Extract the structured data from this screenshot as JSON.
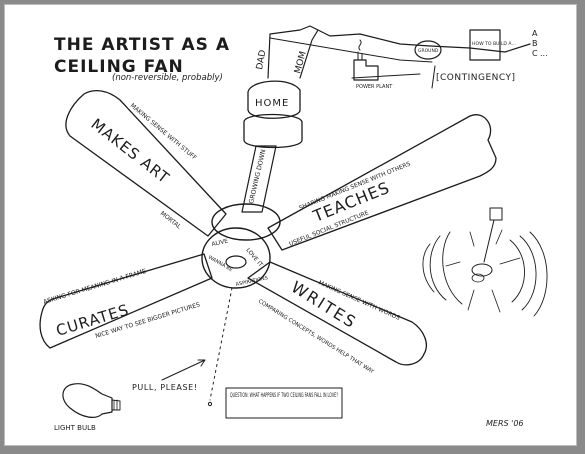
{
  "title": {
    "line1": "THE ARTIST AS A",
    "line2": "CEILING FAN",
    "subtitle": "(non-reversible, probably)"
  },
  "top": {
    "dad": "DAD",
    "mom": "MOM",
    "home": "HOME",
    "ground": "GROUND",
    "power_plant": "POWER PLANT",
    "how_to_build": "HOW TO BUILD A...",
    "abc": [
      "A",
      "B",
      "C",
      "..."
    ],
    "contingency": "[CONTINGENCY]"
  },
  "rod": "GROWING DOWN",
  "hub": {
    "alive": "ALIVE",
    "love_it": "LOVE IT",
    "wanna_be": "WANNA BE",
    "aspirations": "ASPIRATIONS"
  },
  "blades": {
    "makes_art": {
      "label": "MAKES ART",
      "note1": "MAKING SENSE WITH STUFF",
      "note2": "MORTAL"
    },
    "teaches": {
      "label": "TEACHES",
      "note1": "SHARING MAKING SENSE WITH OTHERS",
      "note2": "USEFUL SOCIAL STRUCTURE"
    },
    "curates": {
      "label": "CURATES",
      "note1": "ASKING FOR MEANING IN A FRAME",
      "note2": "NICE WAY TO SEE BIGGER PICTURES"
    },
    "writes": {
      "label": "WRITES",
      "note1": "MAKING SENSE WITH WORDS",
      "note2": "COMPARING CONCEPTS, WORDS HELP THAT WAY"
    }
  },
  "bottom": {
    "pull_please": "PULL, PLEASE!",
    "light_bulb": "LIGHT BULB",
    "question": "QUESTION: WHAT HAPPENS IF TWO CEILING FANS FALL IN LOVE?",
    "signature": "MERS '06"
  }
}
